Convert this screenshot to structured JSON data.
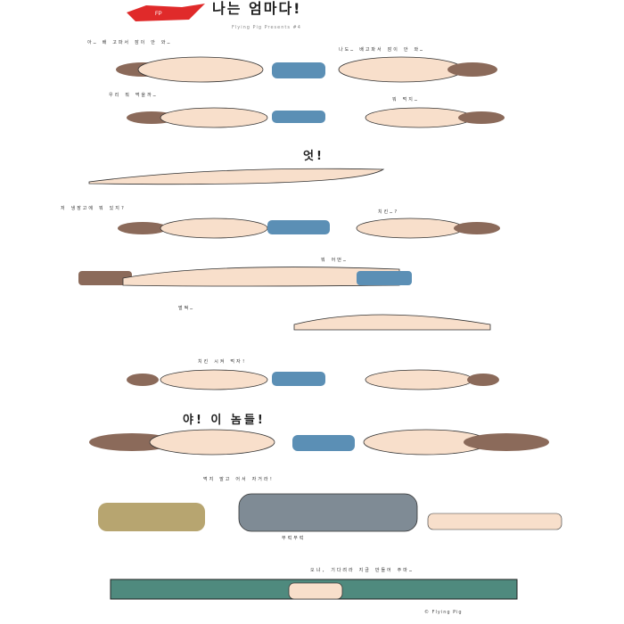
{
  "header": {
    "title": "나는 엄마다!",
    "subtitle": "Flying Pig Presents #4"
  },
  "panels": {
    "p1_left_text": "아… 배 고파서 잠이 안 와…",
    "p1_right_text": "나도… 배고파서 잠이 안 와…",
    "p2_left_text": "우리 뭐 먹을까…",
    "p2_right_text": "뭐 먹지…",
    "p3_text": "엇!",
    "p4_left_text": "저 냉장고에 뭐 있지?",
    "p4_right_text": "치킨…?",
    "p5_text": "뭐 어떤…",
    "p6_text": "벌떡…",
    "p7_text": "치킨 시켜 먹자!",
    "p8_text": "야! 이 놈들!",
    "p9_text": "먹지 말고 어서 자거라!",
    "p9_bottom": "무럭무럭",
    "p10_text": "오냐, 기다려라 지금 만들어 주마…",
    "footer": "© Flying Pig"
  },
  "colors": {
    "brand_red": "#e02a2a",
    "skin": "#f8dfcb",
    "blue": "#5b8fb5",
    "brown": "#8b6a5a",
    "teal": "#4f8a7e",
    "olive": "#b7a570",
    "gray": "#7f8b95"
  },
  "icons": [
    "pig-logo-icon"
  ]
}
